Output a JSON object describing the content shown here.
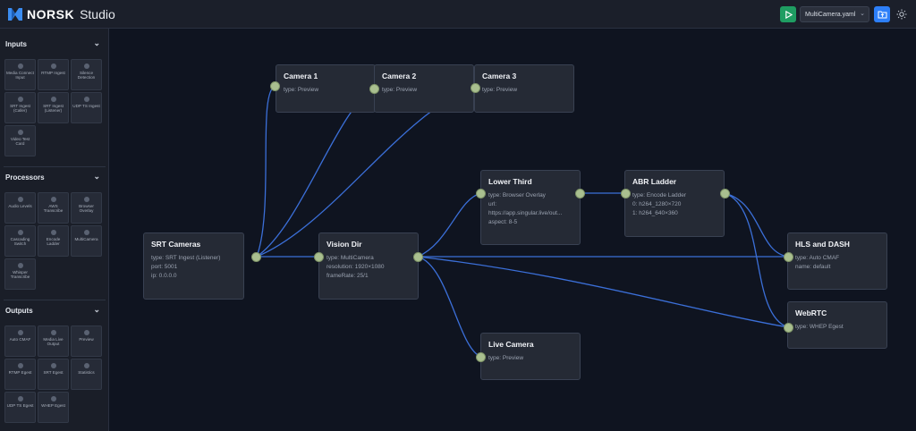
{
  "app": {
    "brand": "NORSK",
    "title": "Studio"
  },
  "toolbar": {
    "file": "MultiCamera.yaml"
  },
  "colors": {
    "accent": "#2d7ff9",
    "run": "#1f9d62",
    "edge": "#3b6fd8",
    "port": "#a9bf8f"
  },
  "sidebar": {
    "inputs": {
      "title": "Inputs",
      "items": [
        "Media Connect Input",
        "RTMP Ingest",
        "Silence Detection",
        "SRT Ingest (Caller)",
        "SRT Ingest (Listener)",
        "UDP TS Ingest",
        "Video Test Card"
      ]
    },
    "processors": {
      "title": "Processors",
      "items": [
        "Audio Levels",
        "AWS Transcribe",
        "Browser Overlay",
        "Cascading Switch",
        "Encode Ladder",
        "MultiCamera",
        "Whisper Transcribe"
      ]
    },
    "outputs": {
      "title": "Outputs",
      "items": [
        "Auto CMAF",
        "Media Live Output",
        "Preview",
        "RTMP Egest",
        "SRT Egest",
        "Statistics",
        "UDP TS Egest",
        "WHEP Egest"
      ]
    }
  },
  "nodes": {
    "camera1": {
      "title": "Camera 1",
      "props": "type: Preview"
    },
    "camera2": {
      "title": "Camera 2",
      "props": "type: Preview"
    },
    "camera3": {
      "title": "Camera 3",
      "props": "type: Preview"
    },
    "srt": {
      "title": "SRT Cameras",
      "props": "type: SRT Ingest (Listener)\nport: 5001\nip: 0.0.0.0"
    },
    "vision": {
      "title": "Vision Dir",
      "props": "type: MultiCamera\nresolution: 1920×1080\nframeRate: 25/1"
    },
    "lower": {
      "title": "Lower Third",
      "props": "type: Browser Overlay\nurl:\nhttps://app.singular.live/out...\naspect: 8-5"
    },
    "abr": {
      "title": "ABR Ladder",
      "props": "type: Encode Ladder\n0: h264_1280×720\n1: h264_640×360"
    },
    "hls": {
      "title": "HLS and DASH",
      "props": "type: Auto CMAF\nname: default"
    },
    "live": {
      "title": "Live Camera",
      "props": "type: Preview"
    },
    "webrtc": {
      "title": "WebRTC",
      "props": "type: WHEP Egest"
    }
  }
}
